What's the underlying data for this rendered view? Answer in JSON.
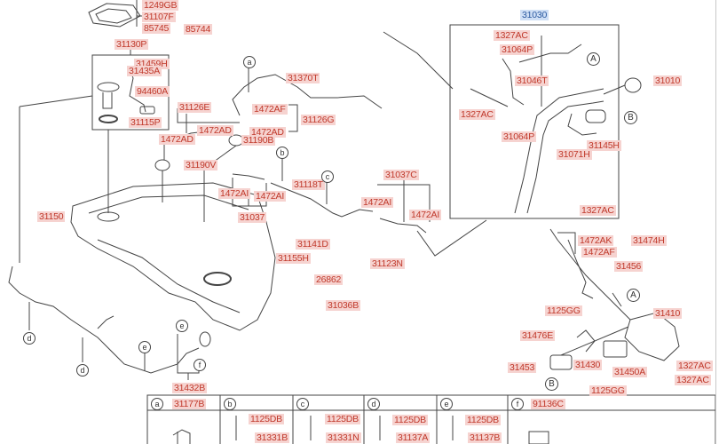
{
  "diagram": {
    "assembly_label": "31030",
    "part_labels": {
      "p1249GB": "1249GB",
      "p31107F": "31107F",
      "p85745": "85745",
      "p85744": "85744",
      "p31130P": "31130P",
      "p31459H": "31459H",
      "p31435A": "31435A",
      "p94460A": "94460A",
      "p31115P": "31115P",
      "p31126E": "31126E",
      "p1472AD_a": "1472AD",
      "p1472AD_b": "1472AD",
      "p1472AD_c": "1472AD",
      "p31190B": "31190B",
      "p31190V": "31190V",
      "p1472AF_a": "1472AF",
      "p31126G": "31126G",
      "p31370T": "31370T",
      "p1472AI_a": "1472AI",
      "p1472AI_b": "1472AI",
      "p31037": "31037",
      "p31118T": "31118T",
      "p31037C": "31037C",
      "p1472AI_c": "1472AI",
      "p1472AI_d": "1472AI",
      "p31150": "31150",
      "p31141D": "31141D",
      "p31155H": "31155H",
      "p31123N": "31123N",
      "p26862": "26862",
      "p31036B": "31036B",
      "p31432B": "31432B",
      "p1327AC_a": "1327AC",
      "p31064P_a": "31064P",
      "p31046T": "31046T",
      "p31010": "31010",
      "p1327AC_b": "1327AC",
      "p31064P_b": "31064P",
      "p31071H": "31071H",
      "p31145H": "31145H",
      "p1327AC_c": "1327AC",
      "p1472AK": "1472AK",
      "p31474H": "31474H",
      "p1472AF_b": "1472AF",
      "p31456": "31456",
      "p1125GG_a": "1125GG",
      "p31410": "31410",
      "p31476E": "31476E",
      "p31453": "31453",
      "p31430": "31430",
      "p31450A": "31450A",
      "p1327AC_d": "1327AC",
      "p1327AC_e": "1327AC",
      "p1125GG_b": "1125GG"
    },
    "callouts": {
      "a": "a",
      "b": "b",
      "c": "c",
      "d": "d",
      "e": "e",
      "f": "f",
      "A": "A",
      "B": "B"
    },
    "legend_table": {
      "cells": [
        {
          "key": "a",
          "part": "31177B",
          "sub": []
        },
        {
          "key": "b",
          "part": "",
          "sub": [
            "1125DB",
            "31331B"
          ]
        },
        {
          "key": "c",
          "part": "",
          "sub": [
            "1125DB",
            "31331N"
          ]
        },
        {
          "key": "d",
          "part": "",
          "sub": [
            "1125DB",
            "31137A"
          ]
        },
        {
          "key": "e",
          "part": "",
          "sub": [
            "1125DB",
            "31137B"
          ]
        },
        {
          "key": "f",
          "part": "91136C",
          "sub": []
        }
      ]
    }
  }
}
